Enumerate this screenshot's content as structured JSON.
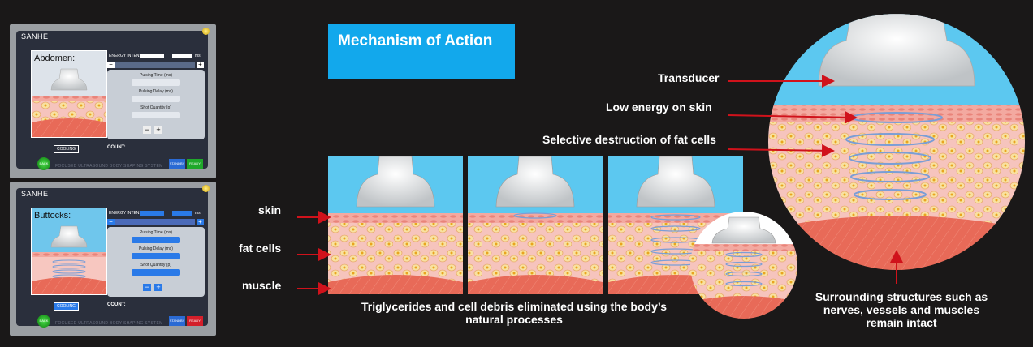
{
  "ui_panels": [
    {
      "brand": "SANHE",
      "area_label": "Abdomen:",
      "energy_label": "ENERGY INTENSITY",
      "unit": "ms",
      "fields": [
        "Pulsing Time (ms)",
        "Pulsing Delay (ms)",
        "Shot Quantity (p)"
      ],
      "cooling": "COOLING",
      "count": "COUNT:",
      "back": "BACK",
      "footer": "FOCUSED ULTRASOUND BODY SHAPING SYSTEM",
      "standby": "STANDBY",
      "ready": "READY"
    },
    {
      "brand": "SANHE",
      "area_label": "Buttocks:",
      "energy_label": "ENERGY INTENSITY",
      "unit": "ms",
      "fields": [
        "Pulsing Time (ms)",
        "Pulsing Delay (ms)",
        "Shot Quantity (p)"
      ],
      "cooling": "COOLING",
      "count": "COUNT:",
      "back": "BACK",
      "footer": "FOCUSED ULTRASOUND BODY SHAPING SYSTEM",
      "standby": "STANDBY",
      "ready": "READY"
    }
  ],
  "diagram": {
    "title": "Mechanism of Action",
    "left_labels": [
      "skin",
      "fat cells",
      "muscle"
    ],
    "right_labels": [
      "Transducer",
      "Low energy on skin",
      "Selective destruction of fat cells"
    ],
    "bottom_caption_line1": "Triglycerides and cell debris eliminated using the body’s",
    "bottom_caption_line2": "natural processes",
    "right_caption_line1": "Surrounding structures such as",
    "right_caption_line2": "nerves, vessels and muscles",
    "right_caption_line3": "remain intact"
  },
  "colors": {
    "background": "#1a1818",
    "title_box": "#12a8ec",
    "arrow": "#d0121b",
    "sky": "#5cc8f0",
    "fat": "#f7c7c0",
    "muscle": "#e96a5a"
  }
}
